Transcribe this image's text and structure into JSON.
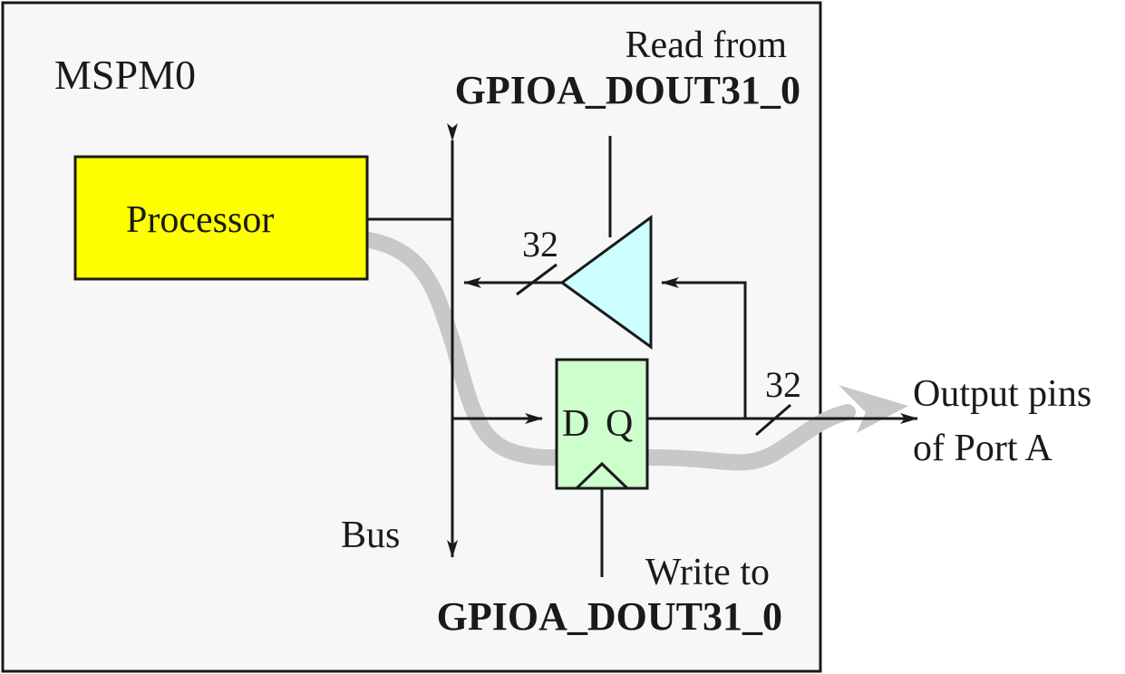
{
  "chip": {
    "label": "MSPM0"
  },
  "processor": {
    "label": "Processor"
  },
  "bus": {
    "label": "Bus"
  },
  "read_register": {
    "line1": "Read from",
    "line2": "GPIOA_DOUT31_0"
  },
  "write_register": {
    "line1": "Write to",
    "line2": "GPIOA_DOUT31_0"
  },
  "flipflop": {
    "d_label": "D",
    "q_label": "Q"
  },
  "bus_width_buffer": "32",
  "bus_width_output": "32",
  "output": {
    "line1": "Output pins",
    "line2": "of Port A"
  },
  "colors": {
    "chip_background": "#f7f7f7",
    "processor_fill": "#ffff00",
    "buffer_fill": "#ccffff",
    "flipflop_fill": "#ccffcc",
    "data_path": "#c8c8c8",
    "stroke": "#1a1a1a"
  }
}
